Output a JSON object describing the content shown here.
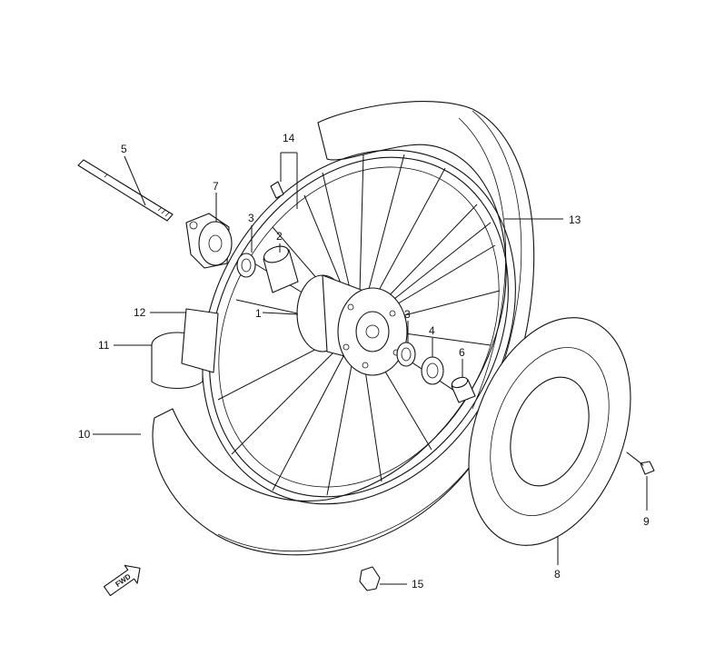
{
  "callouts": {
    "c1": "1",
    "c2": "2",
    "c3a": "3",
    "c3b": "3",
    "c4": "4",
    "c5": "5",
    "c6": "6",
    "c7": "7",
    "c8": "8",
    "c9": "9",
    "c10": "10",
    "c11": "11",
    "c12": "12",
    "c13": "13",
    "c14": "14",
    "c15": "15"
  },
  "direction_arrow": {
    "label": "FWD",
    "icon": "forward-arrow-icon"
  }
}
